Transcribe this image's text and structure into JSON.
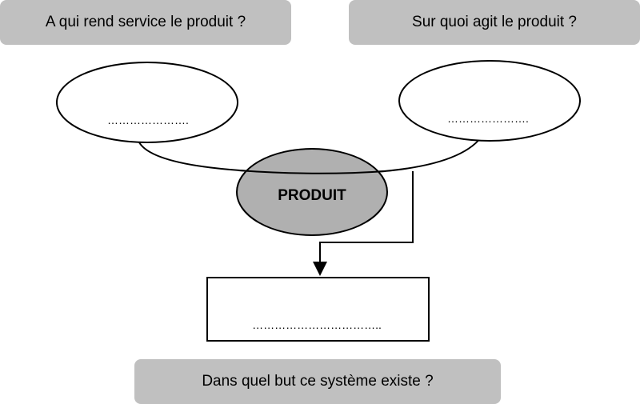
{
  "questions": {
    "left": "A qui rend service le produit ?",
    "right": "Sur quoi agit le produit ?",
    "bottom": "Dans quel but ce système existe ?"
  },
  "nodes": {
    "left_ellipse": "………………….",
    "right_ellipse": "………………….",
    "product": "PRODUIT",
    "bottom_box": "…………………………….."
  },
  "colors": {
    "question_bg": "#c0c0c0",
    "product_fill": "#b0b0b0",
    "stroke": "#000000"
  }
}
